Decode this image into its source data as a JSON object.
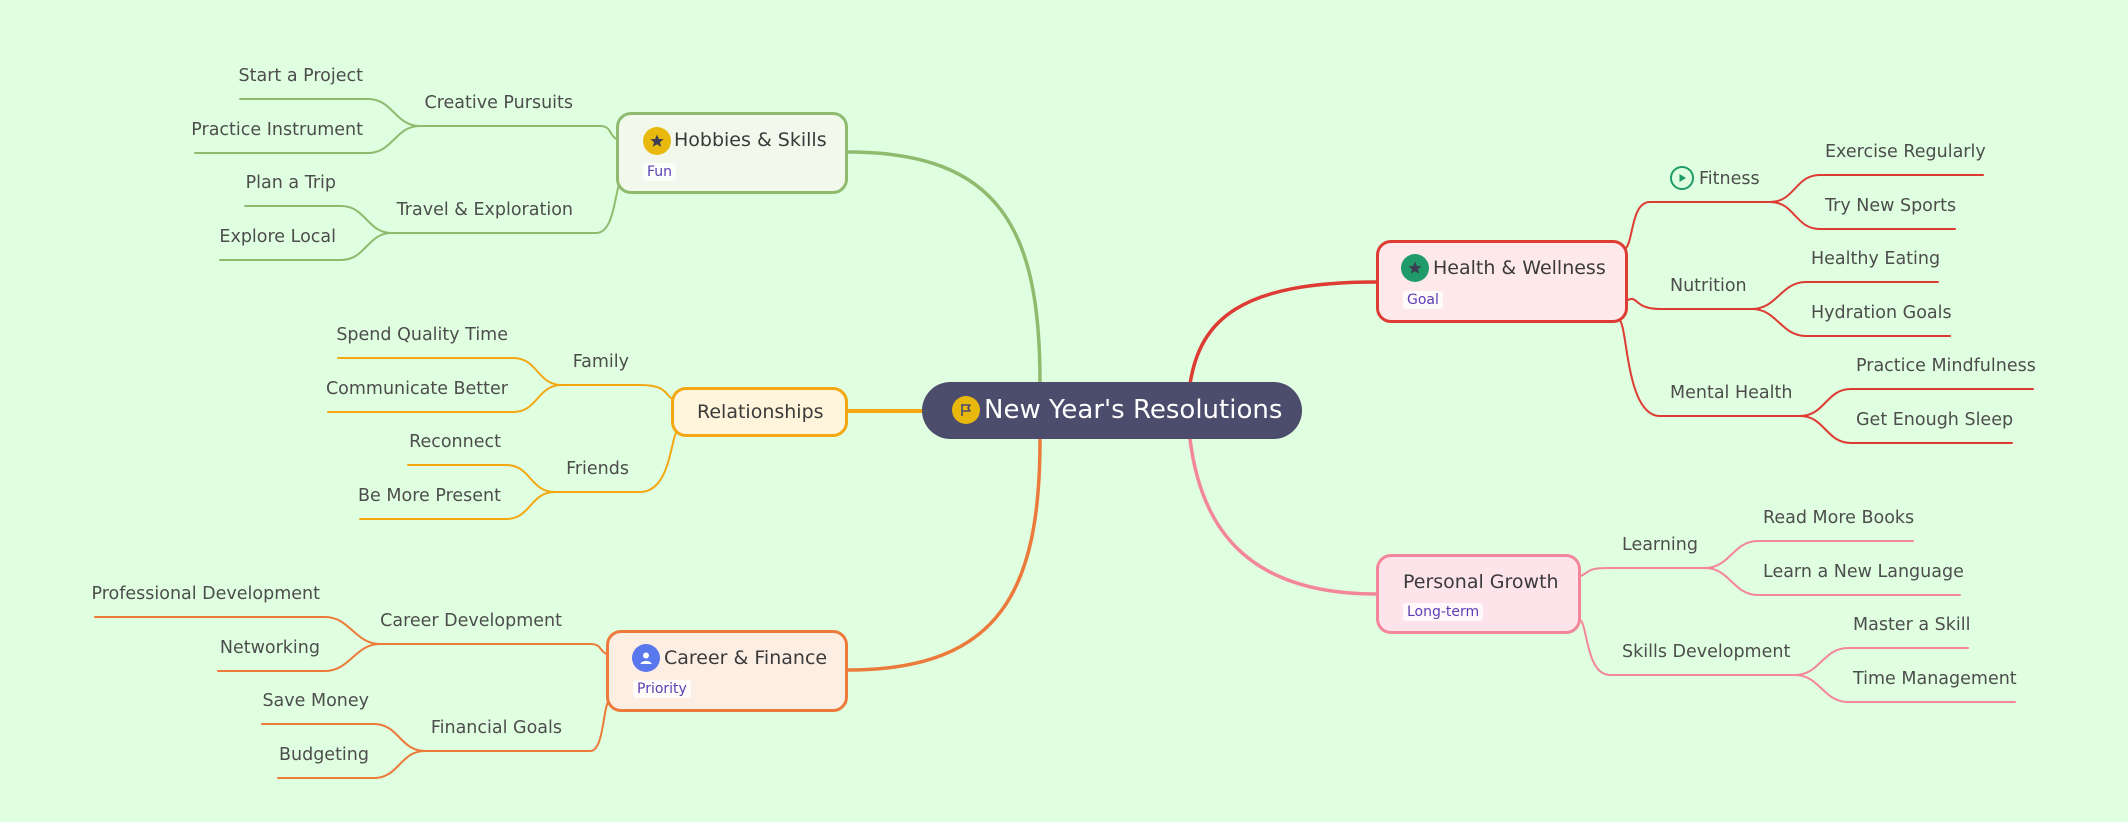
{
  "root": {
    "title": "New Year's Resolutions",
    "icon": "flag-icon",
    "color": "#4c4c6c"
  },
  "branches": [
    {
      "id": "hobbies",
      "title": "Hobbies & Skills",
      "tag": "Fun",
      "icon": "star-icon",
      "color": "#8fbb6f",
      "children": [
        {
          "label": "Creative Pursuits",
          "children": [
            "Start a Project",
            "Practice Instrument"
          ]
        },
        {
          "label": "Travel & Exploration",
          "children": [
            "Plan a Trip",
            "Explore Local"
          ]
        }
      ]
    },
    {
      "id": "relationships",
      "title": "Relationships",
      "tag": "",
      "icon": "",
      "color": "#f3a712",
      "children": [
        {
          "label": "Family",
          "children": [
            "Spend Quality Time",
            "Communicate Better"
          ]
        },
        {
          "label": "Friends",
          "children": [
            "Reconnect",
            "Be More Present"
          ]
        }
      ]
    },
    {
      "id": "career",
      "title": "Career & Finance",
      "tag": "Priority",
      "icon": "person-icon",
      "color": "#ec7a3a",
      "children": [
        {
          "label": "Career Development",
          "children": [
            "Professional Development",
            "Networking"
          ]
        },
        {
          "label": "Financial Goals",
          "children": [
            "Save Money",
            "Budgeting"
          ]
        }
      ]
    },
    {
      "id": "health",
      "title": "Health & Wellness",
      "tag": "Goal",
      "icon": "star-icon",
      "color": "#dd3b33",
      "children": [
        {
          "label": "Fitness",
          "icon": "play-icon",
          "children": [
            "Exercise Regularly",
            "Try New Sports"
          ]
        },
        {
          "label": "Nutrition",
          "children": [
            "Healthy Eating",
            "Hydration Goals"
          ]
        },
        {
          "label": "Mental Health",
          "children": [
            "Practice Mindfulness",
            "Get Enough Sleep"
          ]
        }
      ]
    },
    {
      "id": "growth",
      "title": "Personal Growth",
      "tag": "Long-term",
      "icon": "",
      "color": "#f3869a",
      "children": [
        {
          "label": "Learning",
          "children": [
            "Read More Books",
            "Learn a New Language"
          ]
        },
        {
          "label": "Skills Development",
          "children": [
            "Master a Skill",
            "Time Management"
          ]
        }
      ]
    }
  ]
}
